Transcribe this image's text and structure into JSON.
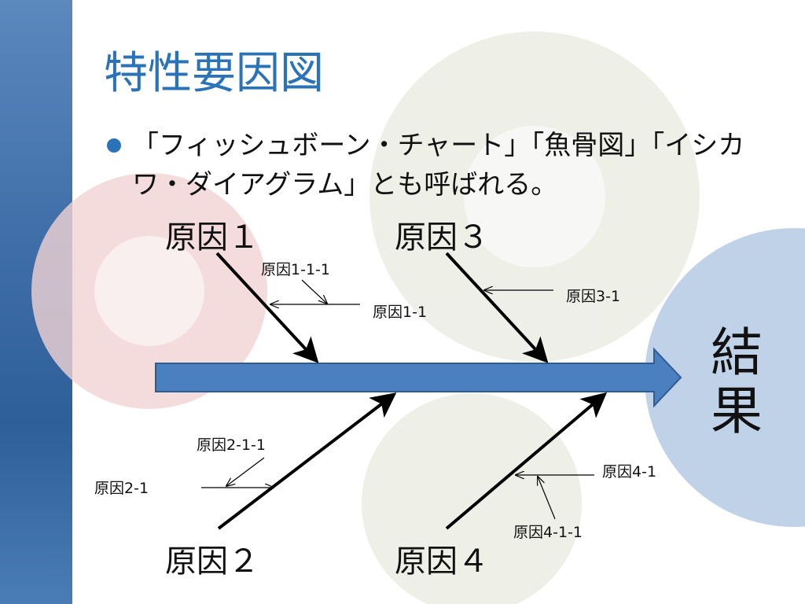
{
  "slide": {
    "title": "特性要因図",
    "bullet": "「フィッシュボーン・チャート」「魚骨図」「イシカワ・ダイアグラム」とも呼ばれる。"
  },
  "diagram": {
    "effect_line1": "結",
    "effect_line2": "果",
    "causes": {
      "c1": "原因１",
      "c2": "原因２",
      "c3": "原因３",
      "c4": "原因４"
    },
    "sub": {
      "c1_1": "原因1-1",
      "c1_1_1": "原因1-1-1",
      "c2_1": "原因2-1",
      "c2_1_1": "原因2-1-1",
      "c3_1": "原因3-1",
      "c4_1": "原因4-1",
      "c4_1_1": "原因4-1-1"
    }
  },
  "colors": {
    "accent": "#2a73b8",
    "spine_fill": "#4a7fc0",
    "spine_stroke": "#2f5d92",
    "band": "#3f6ea8"
  }
}
